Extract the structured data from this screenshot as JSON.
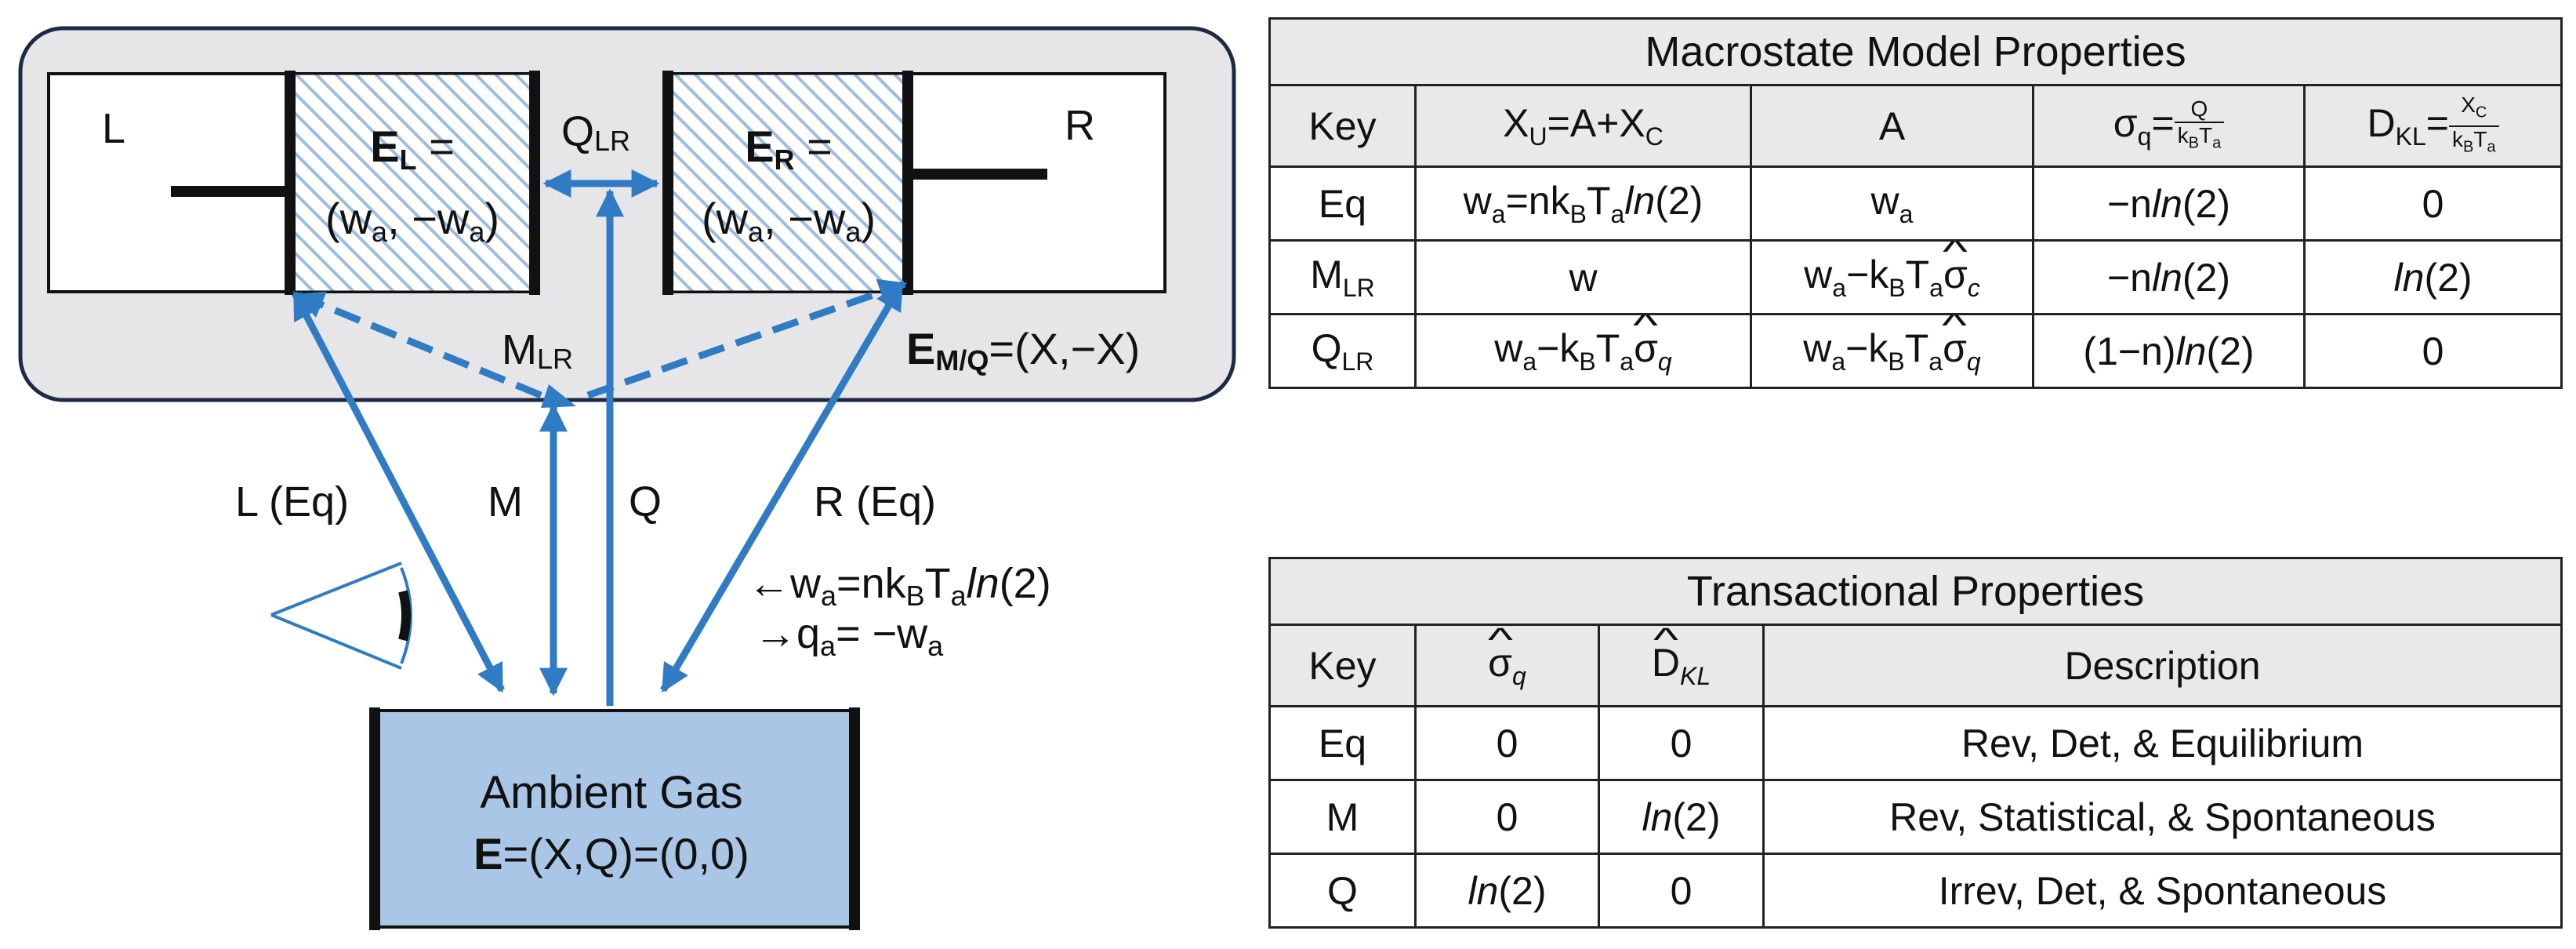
{
  "diagram": {
    "left_box_label": "L",
    "right_box_label": "R",
    "el_label": {
      "bold": "E",
      "sub": "L",
      "rest": " =",
      "line2": "(w_a, −w_a)"
    },
    "er_label": {
      "bold": "E",
      "sub": "R",
      "rest": " =",
      "line2": "(w_a, −w_a)"
    },
    "qlr_label": {
      "main": "Q",
      "sub": "LR"
    },
    "mlr_label": {
      "main": "M",
      "sub": "LR"
    },
    "emq_label": {
      "bold": "E",
      "sub": "M/Q",
      "rest": "=(X,−X)"
    },
    "arrow_labels": {
      "left": "L (Eq)",
      "m": "M",
      "q": "Q",
      "right": "R (Eq)"
    },
    "work_note": "←w_a=nk_BT_a ln(2)",
    "heat_note": "→q_a= −w_a",
    "ambient_title": "Ambient Gas",
    "ambient_eq": {
      "bold": "E",
      "rest": "=(X,Q)=(0,0)"
    },
    "eye_icon": "eye-icon",
    "colors": {
      "arrow": "#2f7bc4",
      "panel": "#e6e6e9",
      "ambient": "#a9c6e6",
      "hatch": "#9dbde0"
    }
  },
  "macro_table": {
    "title": "Macrostate Model Properties",
    "headers": [
      "Key",
      "X_U=A+X_C",
      "A",
      "σ_q=Q/(k_B T_a)",
      "D_KL=X_C/(k_B T_a)"
    ],
    "rows": [
      [
        "Eq",
        "w_a=nk_BT_a ln(2)",
        "w_a",
        "−n ln(2)",
        "0"
      ],
      [
        "M_LR",
        "w",
        "w_a−k_BT_a σ̂_c",
        "−n ln(2)",
        "ln(2)"
      ],
      [
        "Q_LR",
        "w_a−k_BT_a σ̂_q",
        "w_a−k_BT_a σ̂_q",
        "(1−n) ln(2)",
        "0"
      ]
    ]
  },
  "trans_table": {
    "title": "Transactional Properties",
    "headers": [
      "Key",
      "σ̂_q",
      "D̂_KL",
      "Description"
    ],
    "rows": [
      [
        "Eq",
        "0",
        "0",
        "Rev, Det, & Equilibrium"
      ],
      [
        "M",
        "0",
        "ln(2)",
        "Rev, Statistical, & Spontaneous"
      ],
      [
        "Q",
        "ln(2)",
        "0",
        "Irrev, Det, & Spontaneous"
      ]
    ]
  }
}
